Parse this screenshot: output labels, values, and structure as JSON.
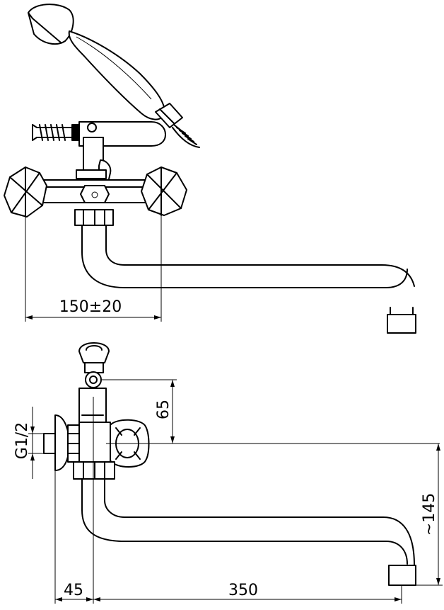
{
  "dimensions": {
    "handle_spacing": "150±20",
    "wall_offset": "45",
    "spout_reach": "350",
    "pipe_thread": "G1/2",
    "diverter_height": "65",
    "spout_height": "~145"
  }
}
